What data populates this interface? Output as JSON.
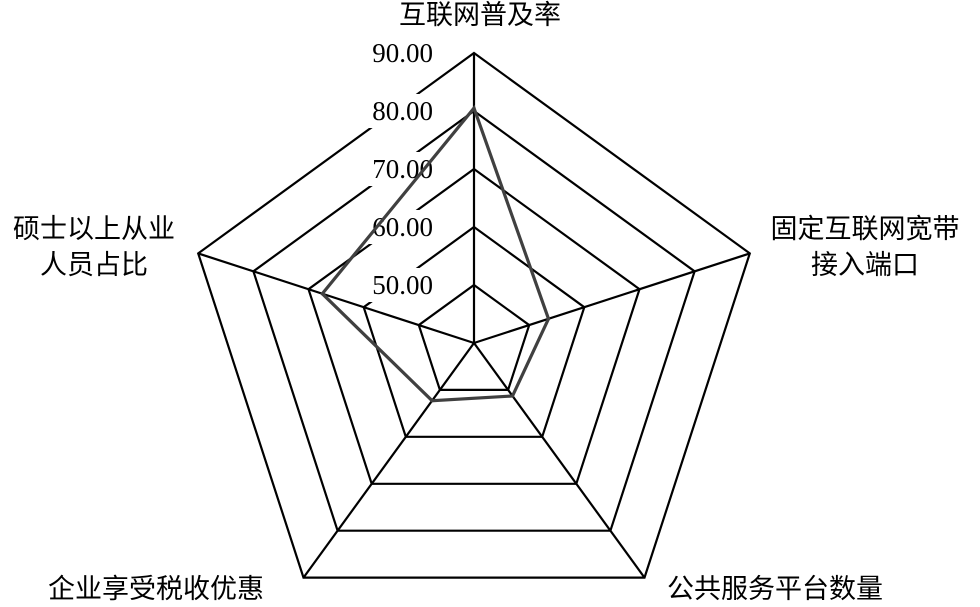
{
  "chart_data": {
    "type": "radar",
    "axes": [
      "互联网普及率",
      "固定互联网宽带接入端口",
      "公共服务平台数量",
      "企业享受税收优惠",
      "硕士以上从业人员占比"
    ],
    "axis_label_lines": [
      [
        "互联网普及率"
      ],
      [
        "固定互联网宽带",
        "接入端口"
      ],
      [
        "公共服务平台数量"
      ],
      [
        "企业享受税收优惠"
      ],
      [
        "硕士以上从业",
        "人员占比"
      ]
    ],
    "rlim": [
      40,
      90
    ],
    "ticks": [
      50,
      60,
      70,
      80,
      90
    ],
    "tick_labels": [
      "50.00",
      "60.00",
      "70.00",
      "80.00",
      "90.00"
    ],
    "series": [
      {
        "values": [
          80.5,
          53.5,
          51.3,
          52.3,
          67.5
        ]
      }
    ],
    "grid": true,
    "colors": {
      "grid": "#000000",
      "series": "#404040"
    }
  }
}
